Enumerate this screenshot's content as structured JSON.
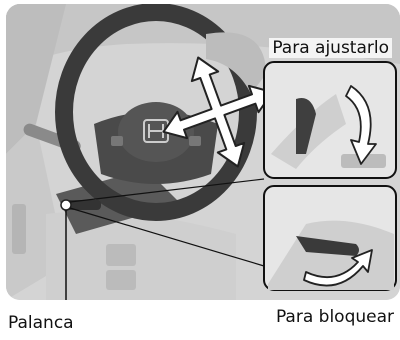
{
  "labels": {
    "adjust": "Para ajustarlo",
    "lever": "Palanca",
    "lock": "Para bloquear"
  },
  "colors": {
    "background": "#d9d9d9",
    "panel": "#e6e6e6",
    "wheel": "#3a3a3a",
    "arrow_fill": "#ffffff",
    "arrow_stroke": "#222222"
  },
  "icons": {
    "adjust_arrows": "four-way-arrow",
    "down_arrow": "curved-down-arrow",
    "lock_arrow": "curved-up-arrow",
    "honda_logo": "honda-h-logo"
  }
}
